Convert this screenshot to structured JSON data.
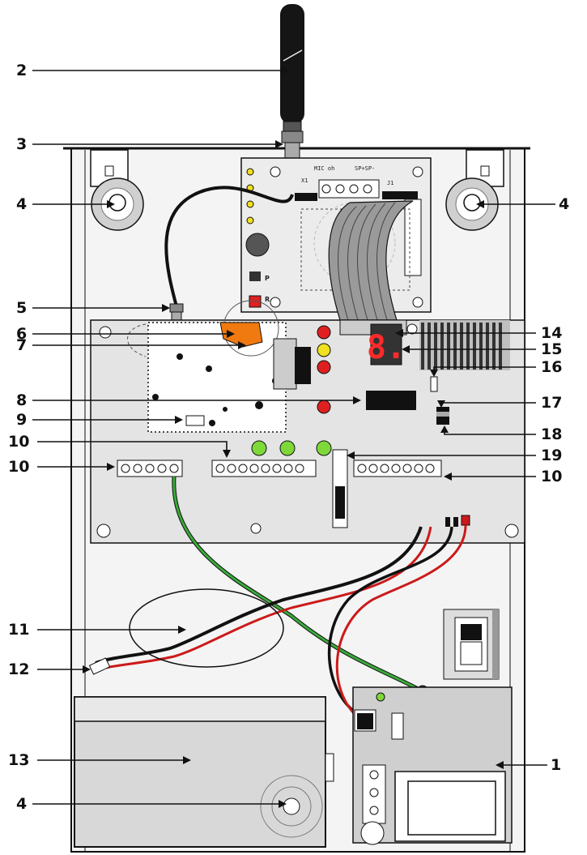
{
  "callouts": [
    {
      "id": "c2",
      "label": "2"
    },
    {
      "id": "c3",
      "label": "3"
    },
    {
      "id": "c4a",
      "label": "4"
    },
    {
      "id": "c4b",
      "label": "4"
    },
    {
      "id": "c5",
      "label": "5"
    },
    {
      "id": "c6",
      "label": "6"
    },
    {
      "id": "c7",
      "label": "7"
    },
    {
      "id": "c8",
      "label": "8"
    },
    {
      "id": "c9",
      "label": "9"
    },
    {
      "id": "c10a",
      "label": "10"
    },
    {
      "id": "c10b",
      "label": "10"
    },
    {
      "id": "c11",
      "label": "11"
    },
    {
      "id": "c12",
      "label": "12"
    },
    {
      "id": "c13",
      "label": "13"
    },
    {
      "id": "c4c",
      "label": "4"
    },
    {
      "id": "c14",
      "label": "14"
    },
    {
      "id": "c15",
      "label": "15"
    },
    {
      "id": "c16",
      "label": "16"
    },
    {
      "id": "c17",
      "label": "17"
    },
    {
      "id": "c18",
      "label": "18"
    },
    {
      "id": "c19",
      "label": "19"
    },
    {
      "id": "c10c",
      "label": "10"
    },
    {
      "id": "c1",
      "label": "1"
    }
  ],
  "module_labels": {
    "mic": "MIC oh",
    "sp": "SP+SP-",
    "j1": "J1",
    "x1": "X1",
    "p": "P",
    "r": "R"
  },
  "display_digit": "8.",
  "colors": {
    "antenna": "#151515",
    "cable_black": "#111111",
    "cable_red": "#cc1a1a",
    "cable_green": "#3aaa3a",
    "led_red": "#e02020",
    "led_yellow": "#f0e020",
    "led_green": "#7ed83a",
    "display_red": "#ff2a2a",
    "gsm_orange": "#f07a10",
    "board_gray": "#e4e4e4",
    "housing_gray": "#d8d8d8"
  }
}
